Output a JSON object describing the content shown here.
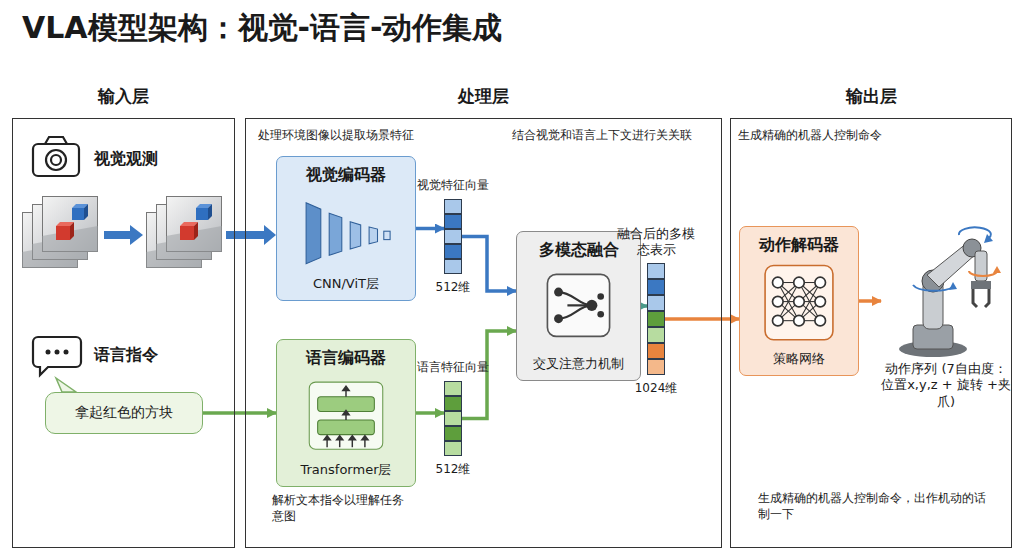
{
  "diagram": {
    "title": "VLA模型架构：视觉-语言-动作集成",
    "nodes": [
      {
        "text": [
          "输入层"
        ]
      },
      {
        "text": [
          "拿起红色的方块"
        ],
        "in": 0
      },
      {
        "text": [
          "处理层"
        ]
      },
      {
        "text": [
          "视觉编码器",
          "CNN/ViT层"
        ],
        "in": 2
      },
      {
        "text": [
          "视觉特征向量",
          "512维"
        ],
        "in": 2
      },
      {
        "text": [
          "语言编码器",
          "Transformer层"
        ],
        "in": 2
      },
      {
        "text": [
          "语言特征向量",
          "512维"
        ],
        "in": 2
      },
      {
        "text": [
          "多模态融合",
          "交叉注意力机制"
        ],
        "in": 2
      },
      {
        "text": [
          "融合后的多模态表示",
          "1024维"
        ],
        "in": 2
      },
      {
        "text": [
          "输出层"
        ]
      },
      {
        "text": [
          "动作解码器",
          "策略网络"
        ],
        "in": 9
      },
      {
        "text": [
          "动作序列 (7自由度：位置x,y,z + 旋转 +夹爪)"
        ],
        "in": 9
      }
    ],
    "edges": [
      {
        "from": 1,
        "to": 5,
        "arrow": "to"
      },
      {
        "from": 3,
        "to": 4,
        "arrow": "to"
      },
      {
        "from": 5,
        "to": 6,
        "arrow": "to"
      },
      {
        "from": 4,
        "to": 7,
        "arrow": "to"
      },
      {
        "from": 6,
        "to": 7,
        "arrow": "to"
      },
      {
        "from": 7,
        "to": 8,
        "arrow": "to"
      },
      {
        "from": 8,
        "to": 10,
        "arrow": "to"
      },
      {
        "from": 10,
        "to": 11,
        "arrow": "to"
      }
    ],
    "labels": [
      "视觉观测",
      "语言指令",
      "处理环境图像以提取场景特征",
      "结合视觉和语言上下文进行关关联",
      "解析文本指令以理解任务意图",
      "生成精确的机器人控制命令",
      "生成精确的机器人控制命令，出作机动的话制一下"
    ]
  }
}
